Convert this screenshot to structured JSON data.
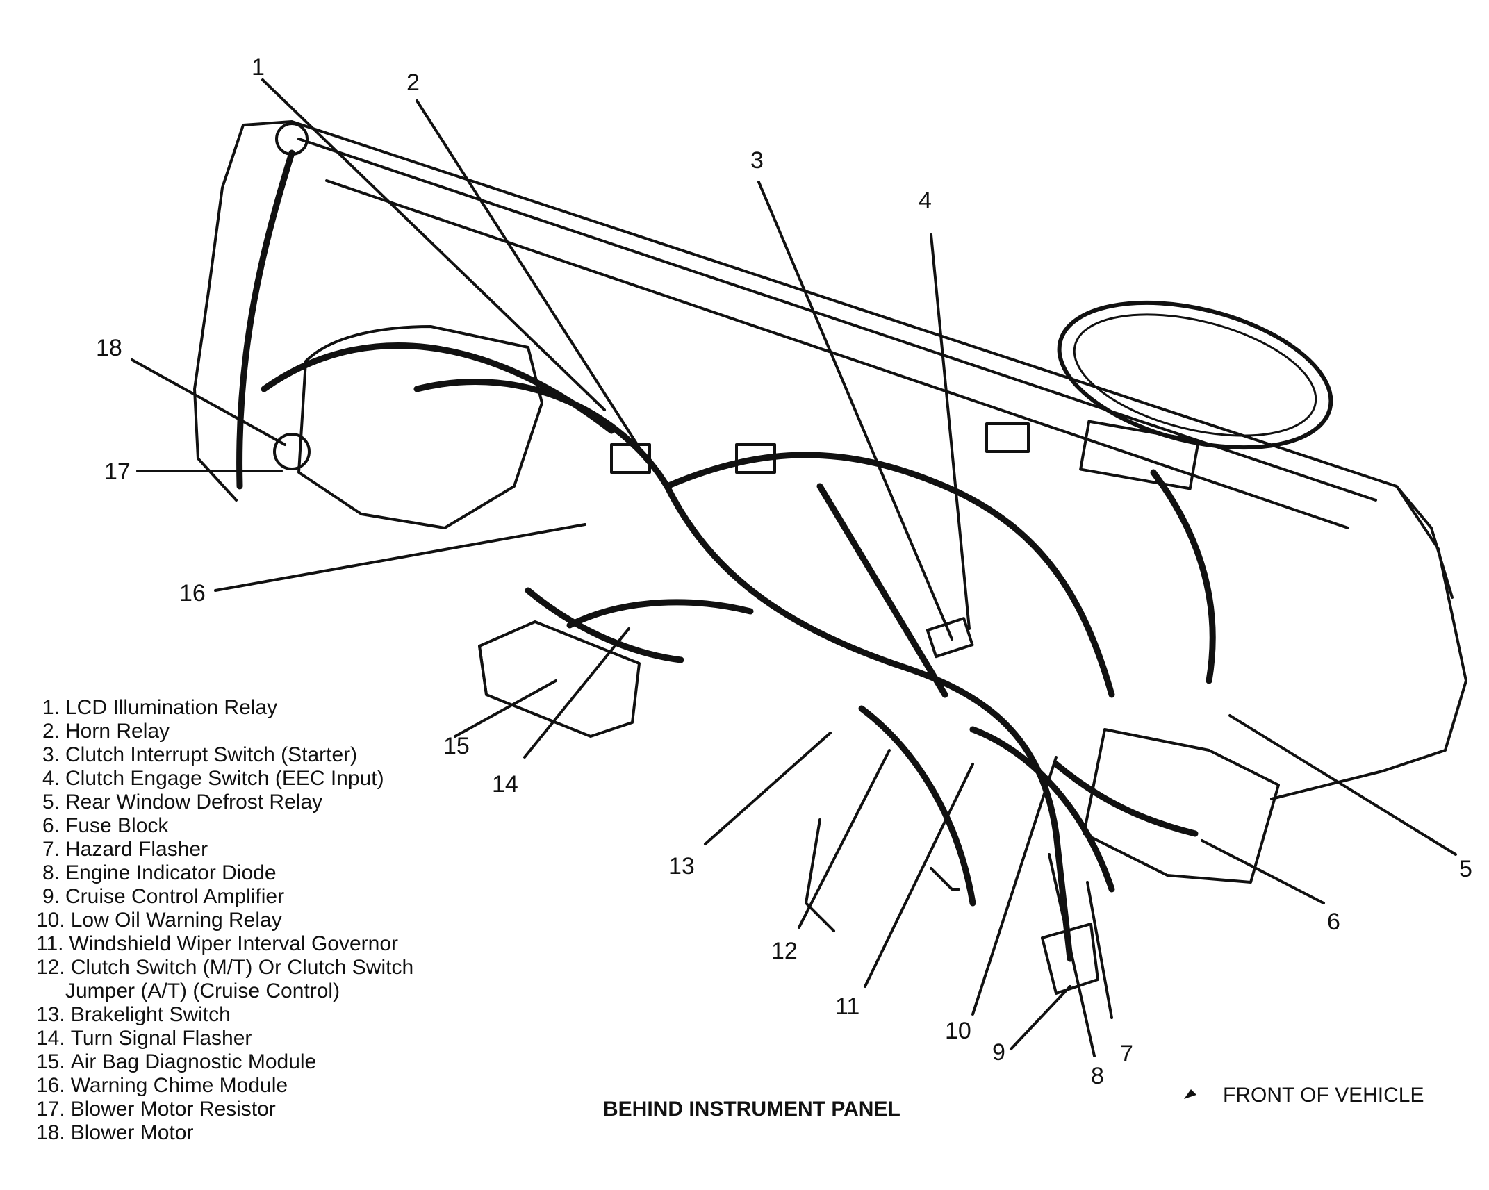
{
  "caption": "BEHIND INSTRUMENT PANEL",
  "front_note": {
    "icon": "arrow-icon",
    "label": "FRONT OF VEHICLE"
  },
  "legend": [
    {
      "num": "1.",
      "label": "LCD Illumination Relay"
    },
    {
      "num": "2.",
      "label": "Horn Relay"
    },
    {
      "num": "3.",
      "label": "Clutch Interrupt Switch (Starter)"
    },
    {
      "num": "4.",
      "label": "Clutch Engage Switch (EEC Input)"
    },
    {
      "num": "5.",
      "label": "Rear Window Defrost Relay"
    },
    {
      "num": "6.",
      "label": "Fuse Block"
    },
    {
      "num": "7.",
      "label": "Hazard Flasher"
    },
    {
      "num": "8.",
      "label": "Engine Indicator Diode"
    },
    {
      "num": "9.",
      "label": "Cruise Control Amplifier"
    },
    {
      "num": "10.",
      "label": "Low Oil Warning Relay"
    },
    {
      "num": "11.",
      "label": "Windshield Wiper Interval Governor"
    },
    {
      "num": "12.",
      "label": "Clutch Switch (M/T) Or Clutch Switch",
      "cont": "Jumper (A/T) (Cruise Control)"
    },
    {
      "num": "13.",
      "label": "Brakelight Switch"
    },
    {
      "num": "14.",
      "label": "Turn Signal Flasher"
    },
    {
      "num": "15.",
      "label": "Air Bag Diagnostic Module"
    },
    {
      "num": "16.",
      "label": "Warning Chime Module"
    },
    {
      "num": "17.",
      "label": "Blower Motor Resistor"
    },
    {
      "num": "18.",
      "label": "Blower Motor"
    }
  ],
  "callouts": [
    "1",
    "2",
    "3",
    "4",
    "5",
    "6",
    "7",
    "8",
    "9",
    "10",
    "11",
    "12",
    "13",
    "14",
    "15",
    "16",
    "17",
    "18"
  ]
}
